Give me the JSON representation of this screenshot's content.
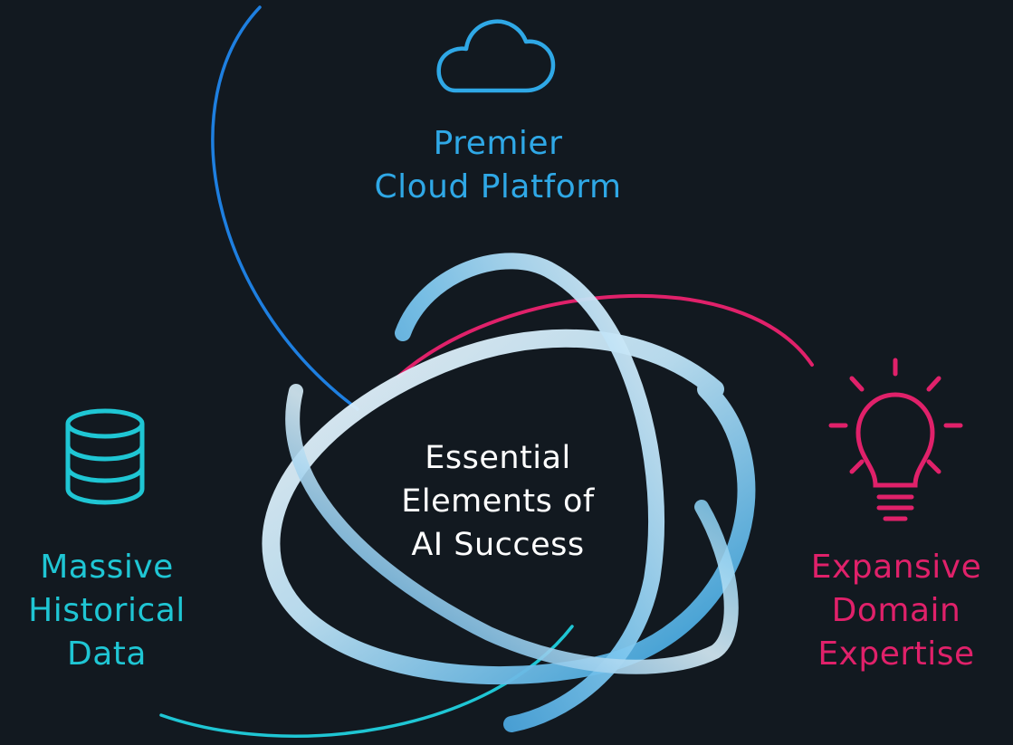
{
  "center": {
    "lines": [
      "Essential",
      "Elements of",
      "AI Success"
    ]
  },
  "cloud": {
    "lines": [
      "Premier",
      "Cloud Platform"
    ],
    "icon": "cloud-icon",
    "color": "#2fa8e6"
  },
  "data": {
    "lines": [
      "Massive",
      "Historical",
      "Data"
    ],
    "icon": "database-icon",
    "color": "#1fc6d4"
  },
  "expertise": {
    "lines": [
      "Expansive",
      "Domain",
      "Expertise"
    ],
    "icon": "lightbulb-icon",
    "color": "#e0216a"
  },
  "colors": {
    "background": "#121920",
    "ring_light": "#e8f2f8",
    "ring_blue": "#3aa8e0"
  }
}
